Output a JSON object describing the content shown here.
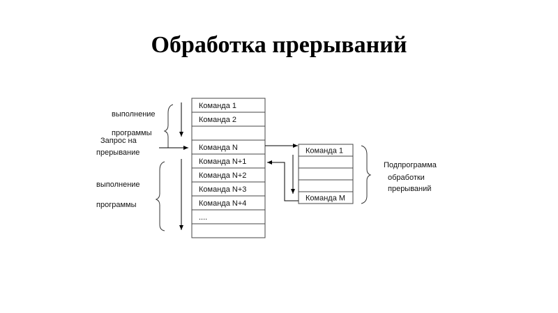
{
  "title": "Обработка прерываний",
  "main_commands": [
    "Команда 1",
    "Команда 2",
    "",
    "Команда N",
    "Команда N+1",
    "Команда N+2",
    "Команда N+3",
    "Команда N+4",
    "....",
    ""
  ],
  "sub_commands": [
    "Команда 1",
    "",
    "",
    "",
    "Команда M"
  ],
  "labels": {
    "exec_top_1": "выполнение",
    "exec_top_2": "программы",
    "request_1": "Запрос на",
    "request_2": "прерывание",
    "exec_bottom_1": "выполнение",
    "exec_bottom_2": "программы",
    "sub_1": "Подпрограмма",
    "sub_2": "обработки",
    "sub_3": "прерываний"
  }
}
